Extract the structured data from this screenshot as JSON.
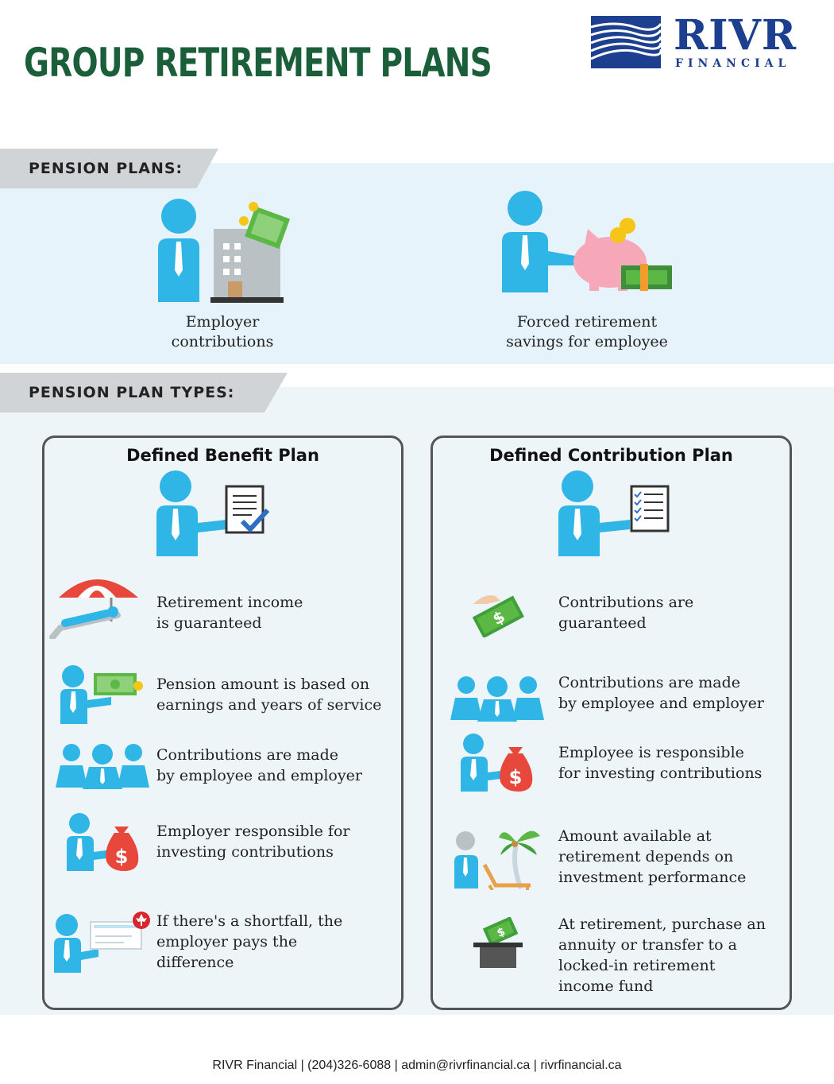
{
  "title": "GROUP RETIREMENT PLANS",
  "logo": {
    "name": "RIVR",
    "subtitle": "FINANCIAL"
  },
  "pension_plans": {
    "heading": "PENSION PLANS:",
    "items": [
      {
        "icon": "person-building-money-icon",
        "label_lines": [
          "Employer",
          "contributions"
        ]
      },
      {
        "icon": "person-piggy-bank-icon",
        "label_lines": [
          "Forced retirement",
          "savings for employee"
        ]
      }
    ]
  },
  "plan_types": {
    "heading": "PENSION PLAN TYPES:",
    "defined_benefit": {
      "title": "Defined Benefit Plan",
      "items": [
        {
          "icon": "beach-umbrella-icon",
          "lines": [
            "Retirement income",
            "is guaranteed"
          ]
        },
        {
          "icon": "person-cash-icon",
          "lines": [
            "Pension amount is based on",
            "earnings and years of service"
          ]
        },
        {
          "icon": "group-people-icon",
          "lines": [
            "Contributions are made",
            "by employee and employer"
          ]
        },
        {
          "icon": "person-money-bag-icon",
          "lines": [
            "Employer responsible for",
            "investing contributions"
          ]
        },
        {
          "icon": "person-cheque-icon",
          "lines": [
            "If there's a shortfall, the",
            "employer pays the",
            "difference"
          ]
        }
      ]
    },
    "defined_contribution": {
      "title": "Defined Contribution Plan",
      "items": [
        {
          "icon": "hand-cash-icon",
          "lines": [
            "Contributions are",
            "guaranteed"
          ]
        },
        {
          "icon": "group-people-icon",
          "lines": [
            "Contributions are made",
            "by employee and employer"
          ]
        },
        {
          "icon": "person-money-bag-icon",
          "lines": [
            "Employee is responsible",
            "for investing contributions"
          ]
        },
        {
          "icon": "palm-tree-lounger-icon",
          "lines": [
            "Amount available at",
            "retirement depends on",
            "investment performance"
          ]
        },
        {
          "icon": "box-money-icon",
          "lines": [
            "At retirement, purchase an",
            "annuity or transfer to a",
            "locked-in retirement",
            "income fund"
          ]
        }
      ]
    }
  },
  "colors": {
    "title_green": "#1b5e3a",
    "brand_blue": "#1d3f8f",
    "person_blue": "#2fb5e6",
    "money_green": "#5cb845"
  },
  "footer": "RIVR Financial | (204)326-6088 | admin@rivrfinancial.ca | rivrfinancial.ca"
}
